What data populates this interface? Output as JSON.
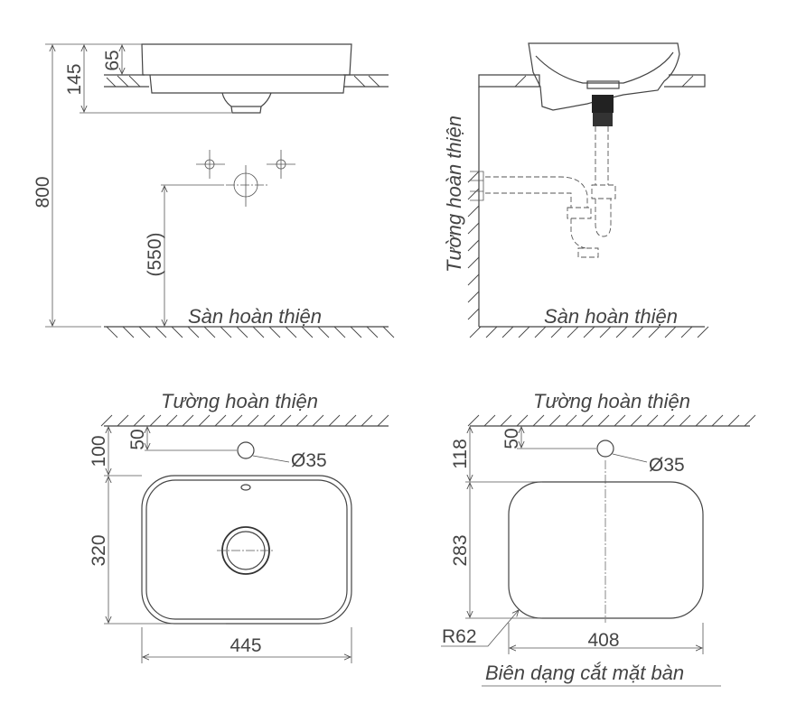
{
  "labels": {
    "finished_floor": "Sàn hoàn thiện",
    "finished_wall": "Tường hoàn thiện",
    "cutout_profile": "Biên dạng cắt mặt bàn"
  },
  "side_view": {
    "total_height": "800",
    "basin_depth": "145",
    "rim_height": "65",
    "drain_height": "(550)"
  },
  "top_view": {
    "wall_to_basin": "100",
    "wall_to_hole": "50",
    "hole_diameter": "Ø35",
    "depth": "320",
    "width": "445"
  },
  "cutout_view": {
    "wall_to_cutout": "118",
    "wall_to_hole": "50",
    "hole_diameter": "Ø35",
    "depth": "283",
    "width": "408",
    "corner_radius": "R62"
  },
  "colors": {
    "line": "#444444"
  }
}
